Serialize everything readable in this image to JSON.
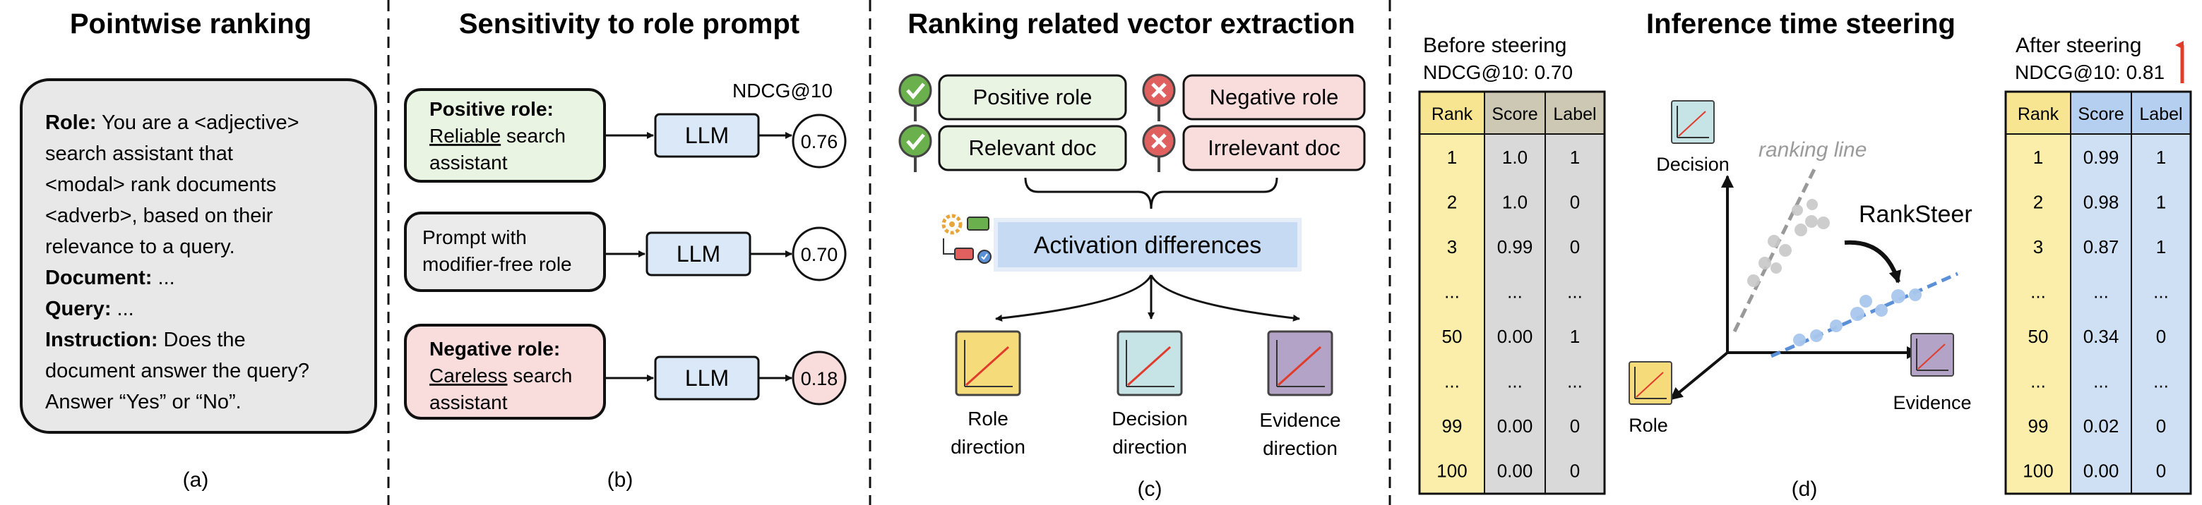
{
  "colors": {
    "green_fill": "#e9f4e3",
    "green_check": "#6ab04c",
    "red_fill": "#f9dcdc",
    "red_x": "#e06060",
    "blue_fill": "#dbe8f8",
    "gray_fill": "#ebebeb",
    "yellow_fill": "#fbeeaa",
    "score_fill": "#d9d9d9",
    "accent_red": "#e03b2b",
    "steer_blue": "#5b8fd6"
  },
  "panel_a": {
    "title": "Pointwise ranking",
    "role_label": "Role:",
    "role_line1": " You are a <adjective>",
    "role_line2": "search assistant that",
    "role_line3": "<modal> rank documents",
    "role_line4": "<adverb>, based on their",
    "role_line5": "relevance to a query.",
    "document_label": "Document:",
    "document_value": " ...",
    "query_label": "Query:",
    "query_value": " ...",
    "instruction_label": "Instruction:",
    "instruction_line1": " Does the",
    "instruction_line2": "document answer the query?",
    "instruction_line3": "Answer “Yes” or “No”.",
    "caption": "(a)"
  },
  "panel_b": {
    "title": "Sensitivity to role prompt",
    "metric": "NDCG@10",
    "positive_label": "Positive role:",
    "positive_word": "Reliable",
    "positive_rest": " search",
    "positive_line3": "assistant",
    "neutral_line1": "Prompt with",
    "neutral_line2": "modifier-free role",
    "negative_label": "Negative role:",
    "negative_word": "Careless",
    "negative_rest": " search",
    "negative_line3": "assistant",
    "llm": "LLM",
    "score_positive": "0.76",
    "score_neutral": "0.70",
    "score_negative": "0.18",
    "caption": "(b)"
  },
  "panel_c": {
    "title": "Ranking related vector extraction",
    "positive_role": "Positive role",
    "relevant_doc": "Relevant doc",
    "negative_role": "Negative role",
    "irrelevant_doc": "Irrelevant doc",
    "activation": "Activation differences",
    "role_dir_1": "Role",
    "role_dir_2": "direction",
    "decision_dir_1": "Decision",
    "decision_dir_2": "direction",
    "evidence_dir_1": "Evidence",
    "evidence_dir_2": "direction",
    "caption": "(c)"
  },
  "panel_d": {
    "title": "Inference time steering",
    "before_1": "Before steering",
    "before_2": "NDCG@10: 0.70",
    "after_1": "After steering",
    "after_2": "NDCG@10: 0.81",
    "headers": [
      "Rank",
      "Score",
      "Label"
    ],
    "before_rows": [
      [
        "1",
        "1.0",
        "1"
      ],
      [
        "2",
        "1.0",
        "0"
      ],
      [
        "3",
        "0.99",
        "0"
      ],
      [
        "...",
        "...",
        "..."
      ],
      [
        "50",
        "0.00",
        "1"
      ],
      [
        "...",
        "...",
        "..."
      ],
      [
        "99",
        "0.00",
        "0"
      ],
      [
        "100",
        "0.00",
        "0"
      ]
    ],
    "after_rows": [
      [
        "1",
        "0.99",
        "1"
      ],
      [
        "2",
        "0.98",
        "1"
      ],
      [
        "3",
        "0.87",
        "1"
      ],
      [
        "...",
        "...",
        "..."
      ],
      [
        "50",
        "0.34",
        "0"
      ],
      [
        "...",
        "...",
        "..."
      ],
      [
        "99",
        "0.02",
        "0"
      ],
      [
        "100",
        "0.00",
        "0"
      ]
    ],
    "decision": "Decision",
    "ranking_line": "ranking line",
    "ranksteer": "RankSteer",
    "evidence": "Evidence",
    "role": "Role",
    "caption": "(d)"
  }
}
